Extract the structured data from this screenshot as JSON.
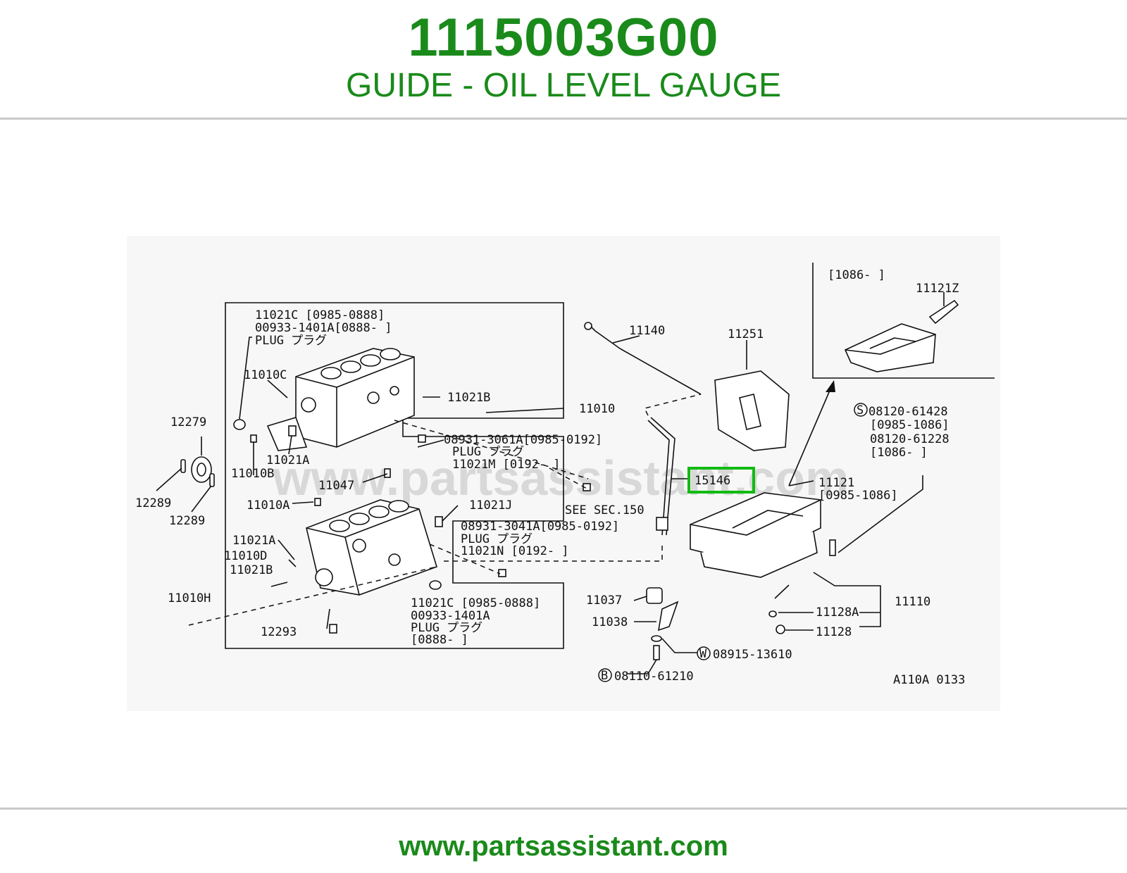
{
  "header": {
    "part_number": "1115003G00",
    "part_name": "GUIDE - OIL LEVEL GAUGE"
  },
  "footer": {
    "url": "www.partsassistant.com"
  },
  "diagram": {
    "watermark": "www.partsassistant.com",
    "highlighted_callout": "15146",
    "highlight_color": "#11bb11",
    "figure_code": "A110A 0133",
    "labels": {
      "l11021C_top_1": "11021C [0985-0888]",
      "l00933_top_2": "00933-1401A[0888-  ]",
      "plug_top_3": "PLUG プラグ",
      "l11010C": "11010C",
      "l11021B_top": "11021B",
      "l11010": "11010",
      "l12279": "12279",
      "l11010B": "11010B",
      "l11021A_top": "11021A",
      "l08931_3061_1": "08931-3061A[0985-0192]",
      "l08931_3061_2": "PLUG プラグ",
      "l08931_3061_3": "11021M [0192-     ]",
      "l11047": "11047",
      "l12289_a": "12289",
      "l12289_b": "12289",
      "l11010A": "11010A",
      "l11021J": "11021J",
      "see_sec": "SEE SEC.150",
      "l08931_3041_1": "08931-3041A[0985-0192]",
      "l08931_3041_2": "PLUG プラグ",
      "l08931_3041_3": "11021N [0192-     ]",
      "l11021A_low": "11021A",
      "l11010D": "11010D",
      "l11021B_low": "11021B",
      "l11010H": "11010H",
      "l11021C_bot_1": "11021C [0985-0888]",
      "l00933_bot_2": "00933-1401A",
      "plug_bot_3": "PLUG プラグ",
      "bot_4": "[0888-  ]",
      "l12293": "12293",
      "l11140": "11140",
      "l11251": "11251",
      "l15146": "15146",
      "l11121": "11121",
      "l11121_range": "[0985-1086]",
      "s_marker": "S",
      "s_1": "08120-61428",
      "s_2": "[0985-1086]",
      "s_3": "08120-61228",
      "s_4": "[1086-   ]",
      "inset_range": "[1086-   ]",
      "l11121Z": "11121Z",
      "l11037": "11037",
      "l11038": "11038",
      "w_marker": "W",
      "l08915": "08915-13610",
      "b_marker": "B",
      "l08110": "08110-61210",
      "l11128A": "11128A",
      "l11128": "11128",
      "l11110": "11110"
    }
  }
}
